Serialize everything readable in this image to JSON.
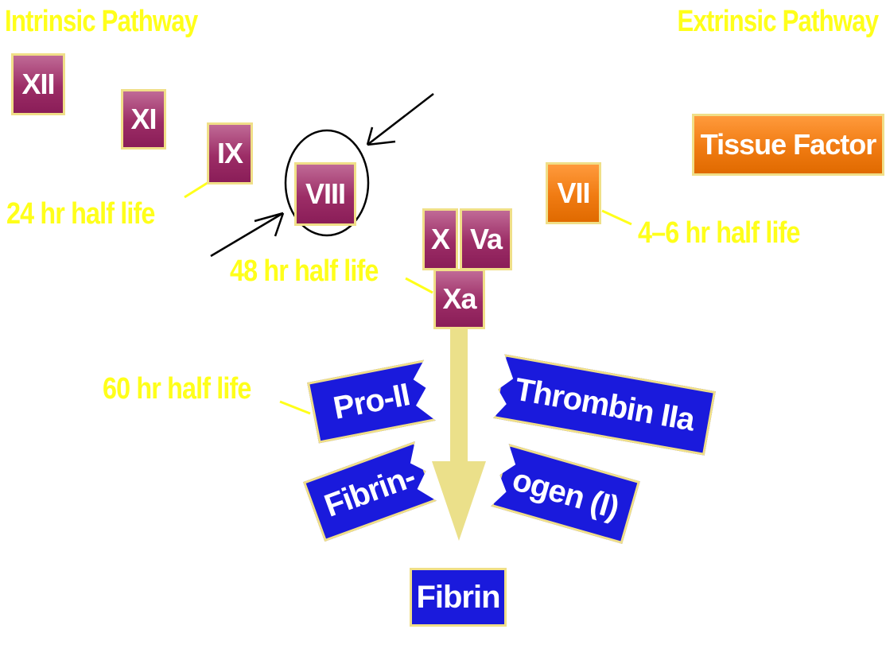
{
  "titles": {
    "intrinsic": "Intrinsic Pathway",
    "extrinsic": "Extrinsic Pathway"
  },
  "factors": {
    "xii": "XII",
    "xi": "XI",
    "ix": "IX",
    "viii": "VIII",
    "x": "X",
    "va": "Va",
    "xa": "Xa",
    "vii": "VII",
    "tissue_factor": "Tissue Factor"
  },
  "half_lives": {
    "ix": "24 hr half life",
    "viii": "48 hr half life",
    "vii": "4–6 hr half life",
    "pro_ii": "60 hr half life"
  },
  "banners": {
    "pro_ii": "Pro-II",
    "thrombin": "Thrombin IIa",
    "fibrin_left": "Fibrin-",
    "fibrinogen_right": "ogen (I)",
    "fibrin": "Fibrin"
  },
  "colors": {
    "label_yellow": "#ffff1a",
    "factor_magenta": "#9c2d66",
    "extrinsic_orange": "#f07b12",
    "banner_blue": "#1a1adc",
    "arrow_yellow": "#ebe08a"
  }
}
